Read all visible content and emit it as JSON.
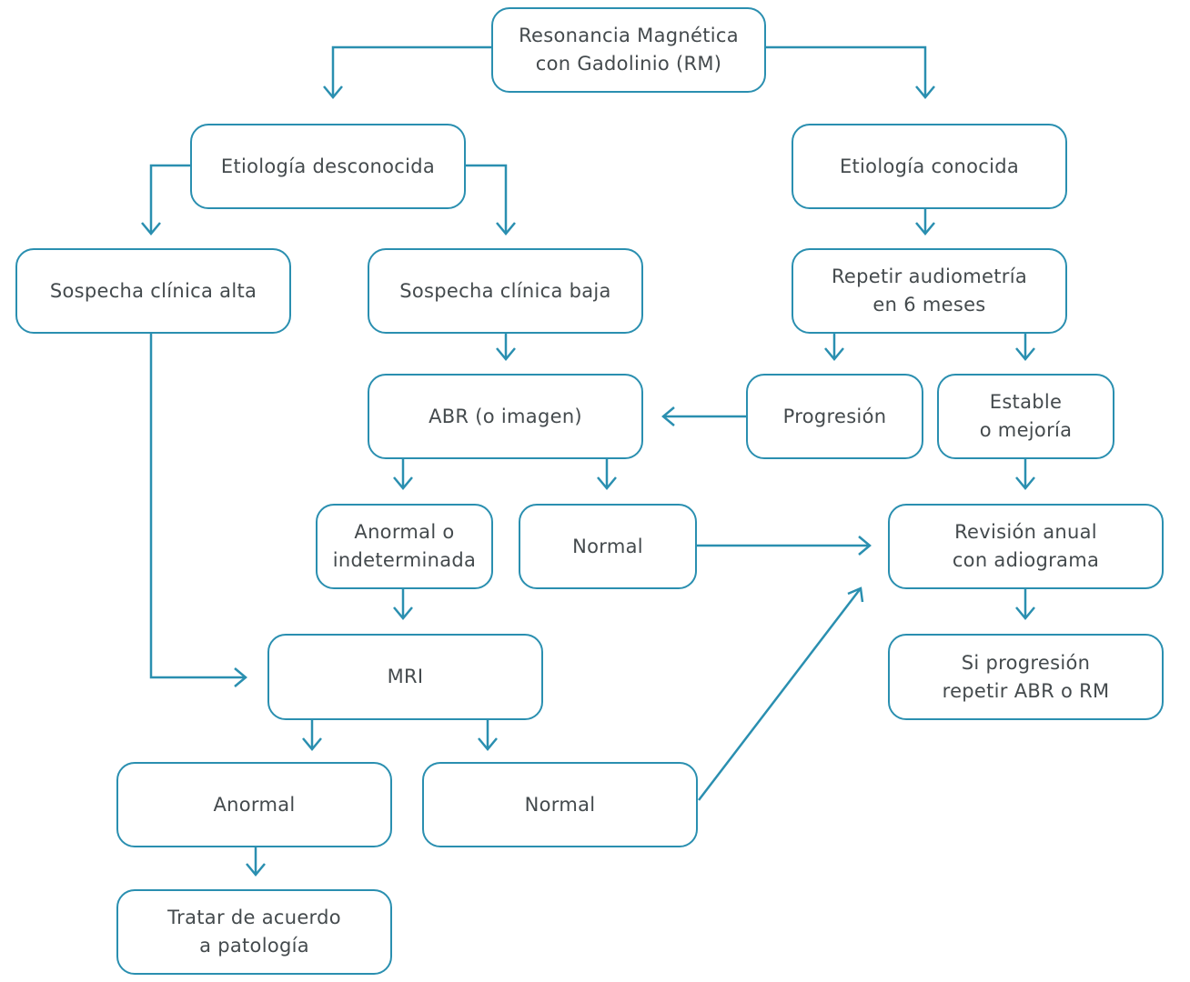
{
  "colors": {
    "stroke": "#2a8fb0",
    "text": "#444a4d",
    "background": "#ffffff"
  },
  "nodes": {
    "rm": "Resonancia Magnética\ncon Gadolinio (RM)",
    "etiologia_desconocida": "Etiología desconocida",
    "etiologia_conocida": "Etiología conocida",
    "sospecha_alta": "Sospecha clínica alta",
    "sospecha_baja": "Sospecha clínica baja",
    "repetir_audiometria": "Repetir audiometría\nen 6 meses",
    "abr": "ABR (o imagen)",
    "progresion": "Progresión",
    "estable": "Estable\no mejoría",
    "anormal_indeterminada": "Anormal o\nindeterminada",
    "normal_abr": "Normal",
    "revision_anual": "Revisión anual\ncon adiograma",
    "mri": "MRI",
    "si_progresion": "Si progresión\nrepetir ABR o RM",
    "anormal_mri": "Anormal",
    "normal_mri": "Normal",
    "tratar": "Tratar de acuerdo\na patología"
  }
}
